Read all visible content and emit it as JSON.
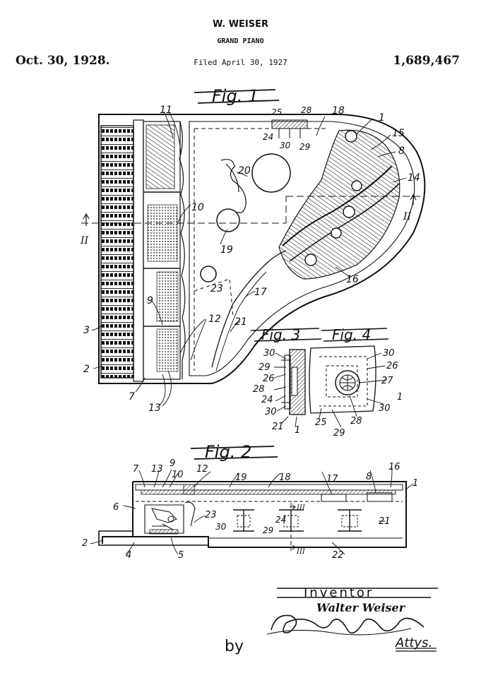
{
  "header": {
    "inventor": "W. WEISER",
    "title": "GRAND PIANO",
    "date": "Oct. 30, 1928.",
    "filed": "Filed April 30, 1927",
    "patent_number": "1,689,467"
  },
  "figures": {
    "fig1": "Fig. 1",
    "fig2": "Fig. 2",
    "fig3": "Fig. 3",
    "fig4": "Fig. 4"
  },
  "section_marks": {
    "left": "II",
    "right": "II",
    "top": "III",
    "bottom": "III"
  },
  "ref_numerals": {
    "fig1": [
      "11",
      "25",
      "28",
      "18",
      "1",
      "15",
      "24",
      "30",
      "29",
      "8",
      "20",
      "14",
      "10",
      "19",
      "16",
      "23",
      "9",
      "12",
      "17",
      "21",
      "3",
      "2",
      "7",
      "13"
    ],
    "fig3": [
      "30",
      "29",
      "26",
      "28",
      "24",
      "30",
      "21",
      "1"
    ],
    "fig4": [
      "30",
      "26",
      "27",
      "1",
      "30",
      "28",
      "29",
      "25"
    ],
    "fig2": [
      "7",
      "13",
      "9",
      "10",
      "12",
      "19",
      "18",
      "17",
      "8",
      "16",
      "1",
      "6",
      "23",
      "24",
      "30",
      "29",
      "21",
      "2",
      "4",
      "5",
      "22"
    ]
  },
  "signature": {
    "inventor_label": "Inventor",
    "inventor_name": "Walter Weiser",
    "by_label": "by",
    "attorneys_label": "Attys."
  }
}
